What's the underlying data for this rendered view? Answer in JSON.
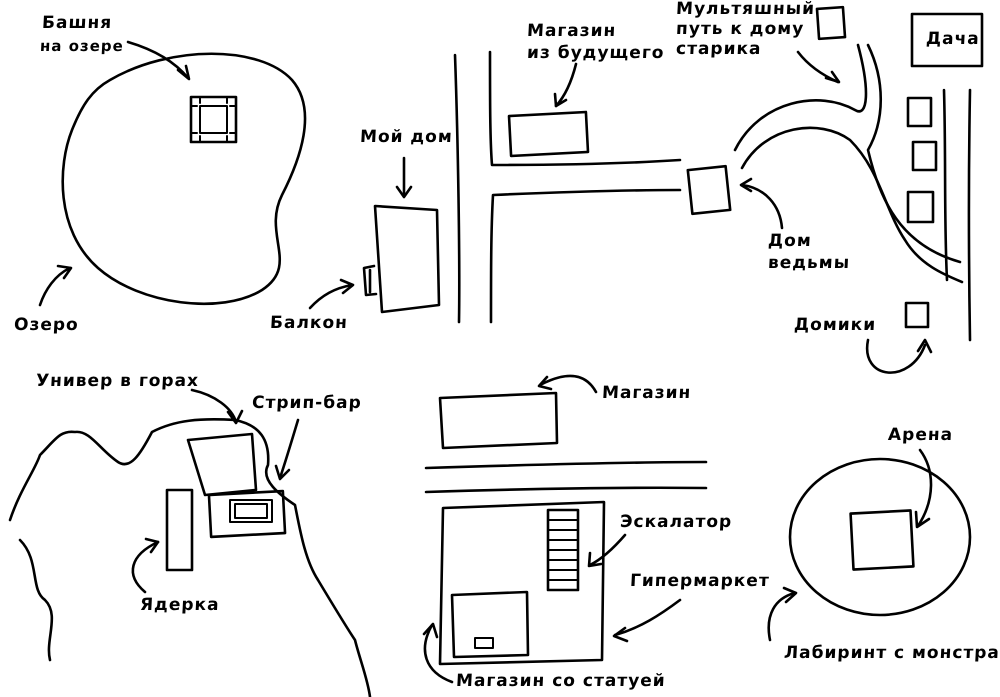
{
  "labels": {
    "tower": [
      "Башня",
      "на озере"
    ],
    "lake": "Озеро",
    "my_home": "Мой дом",
    "balcony": "Балкон",
    "future_store": [
      "Магазин",
      "из будущего"
    ],
    "cartoon_path": [
      "Мультяшный",
      "путь к дому",
      "старика"
    ],
    "dacha": "Дача",
    "witch_house": [
      "Дом",
      "ведьмы"
    ],
    "little_houses": "Домики",
    "univer": "Универ в горах",
    "strip_bar": "Стрип-бар",
    "yaderka": "Ядерка",
    "store": "Магазин",
    "escalator": "Эскалатор",
    "hypermarket": "Гипермаркет",
    "statue_store": "Магазин со статуей",
    "arena": "Арена",
    "labyrinth": "Лабиринт с монстрами"
  },
  "colors": {
    "ink": "#000000",
    "paper": "#ffffff"
  }
}
